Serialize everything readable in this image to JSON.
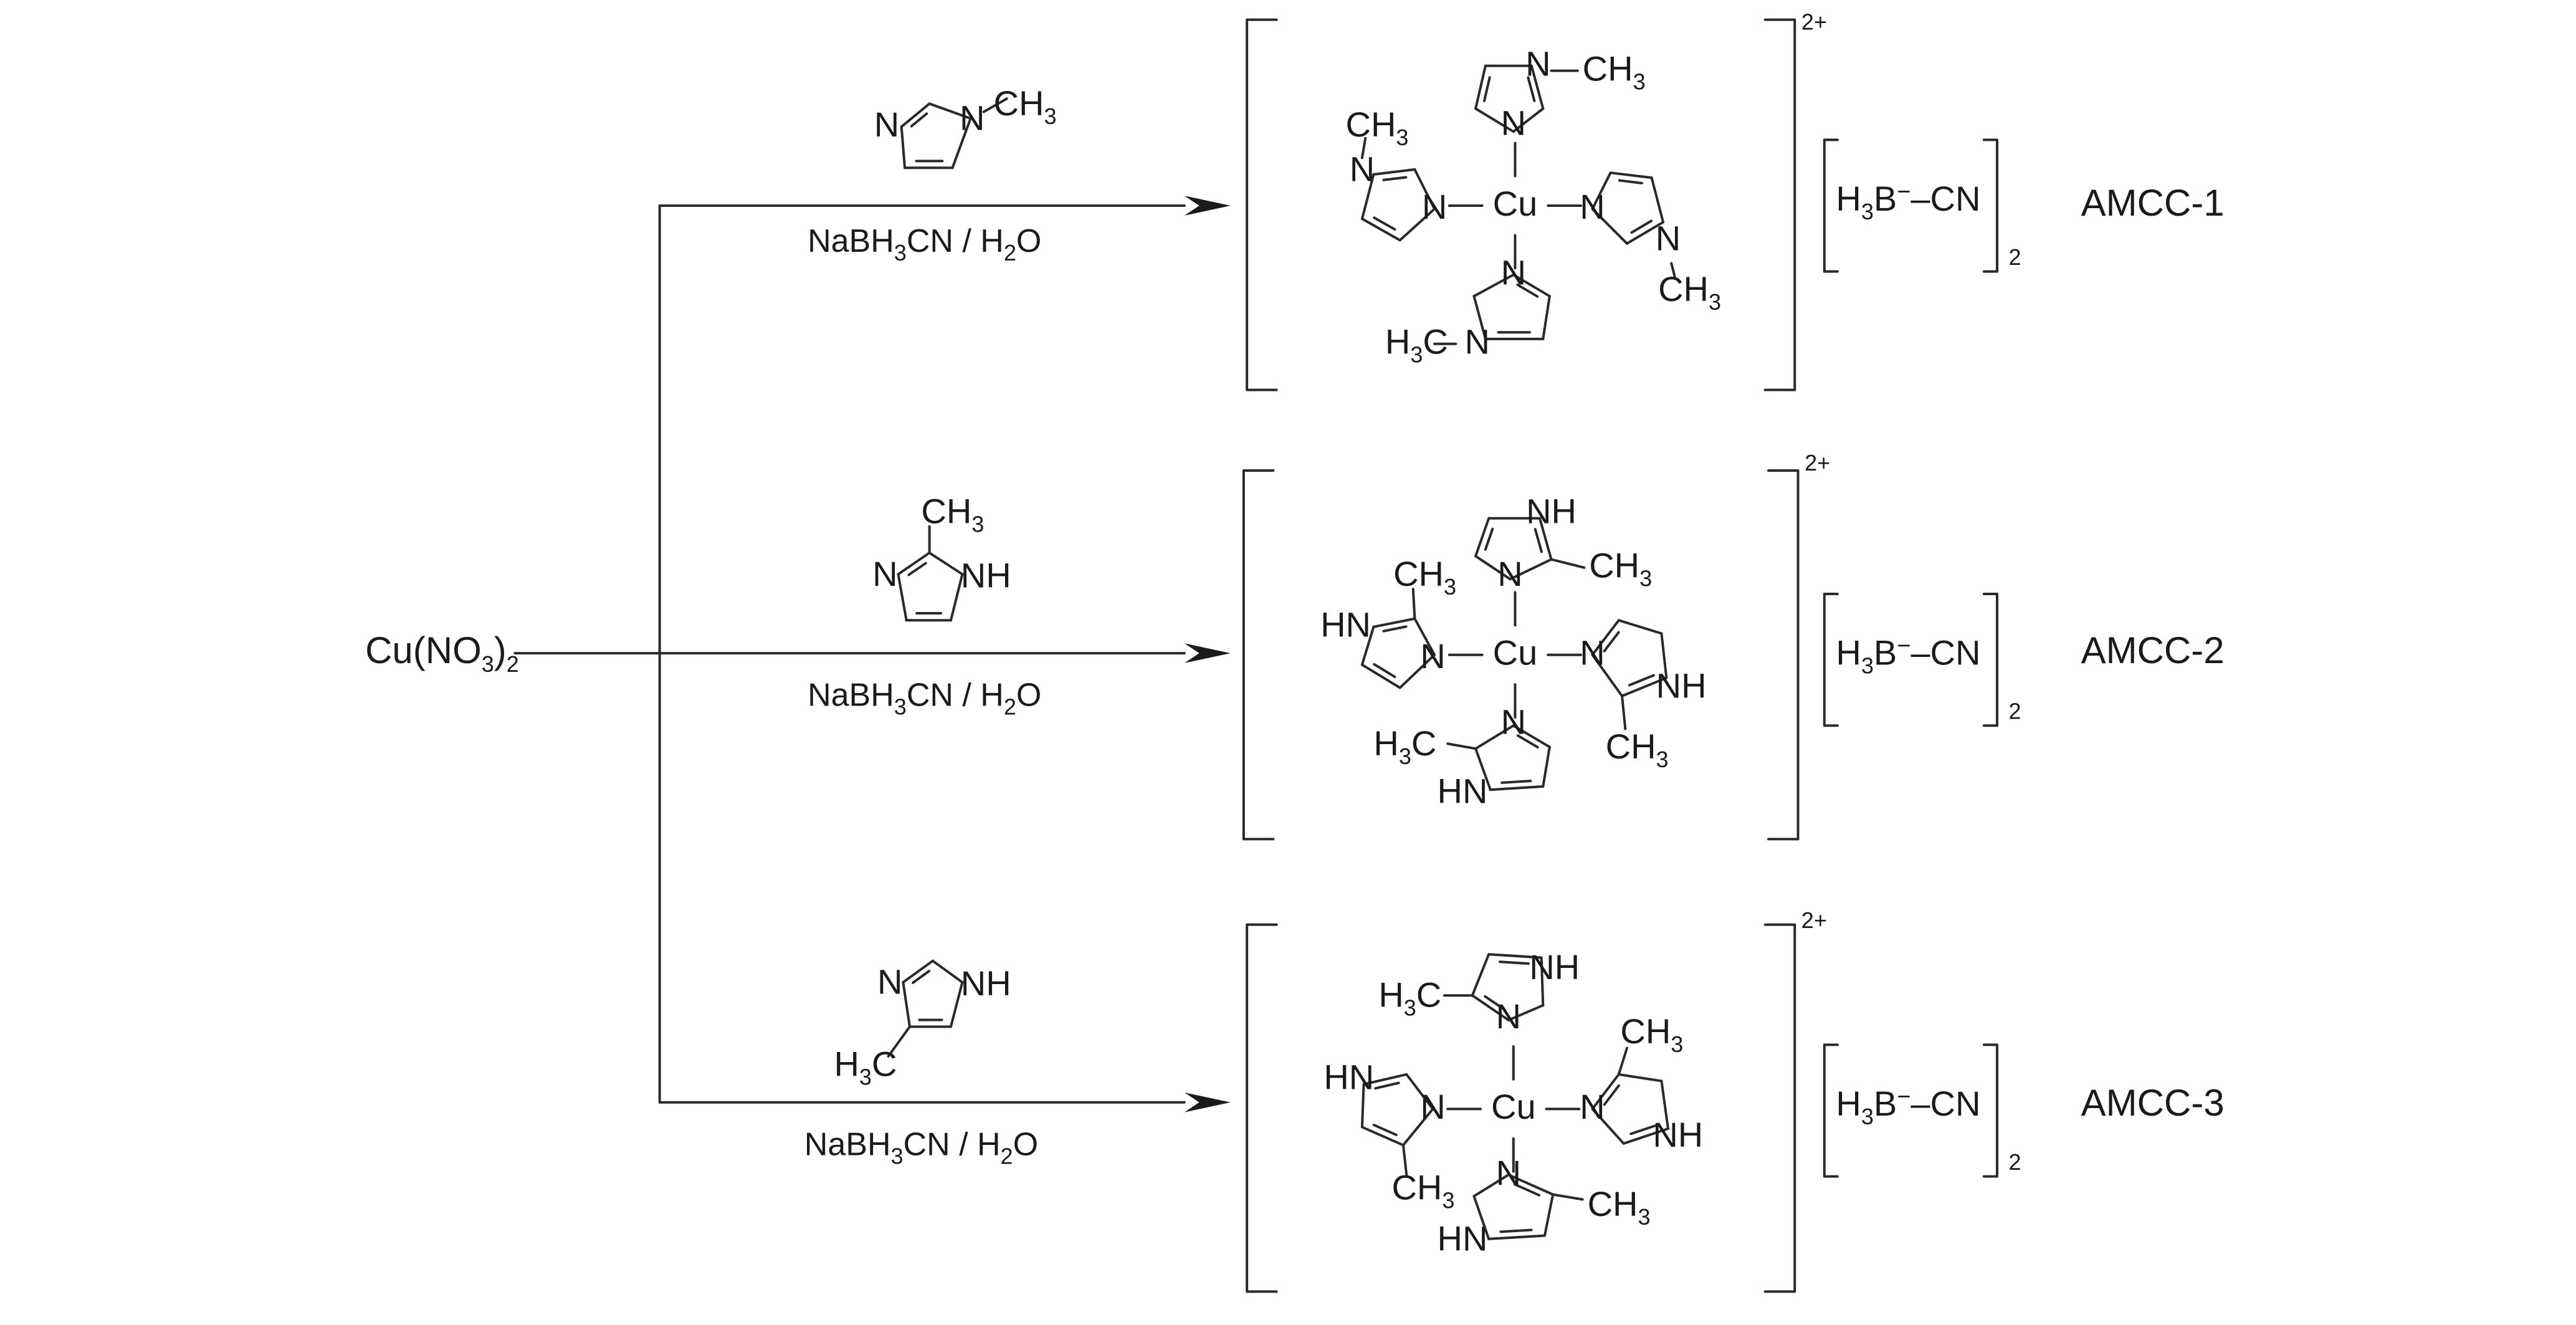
{
  "starting_material": {
    "prefix": "Cu(NO",
    "sub1": "3",
    "mid": ")",
    "sub2": "2"
  },
  "ligand_atoms": {
    "N": "N",
    "NH": "NH",
    "HN": "HN",
    "CH": "CH",
    "H": "H",
    "C": "C",
    "methyl_sub": "3"
  },
  "reagent": {
    "part1": "NaBH",
    "sub1": "3",
    "part2": "CN / H",
    "sub2": "2",
    "part3": "O"
  },
  "metal": "Cu",
  "complex_charge": "2+",
  "counterion": {
    "h": "H",
    "sub": "3",
    "b": "B",
    "charge": "−",
    "cn": "–CN",
    "count": "2"
  },
  "products": [
    "AMCC-1",
    "AMCC-2",
    "AMCC-3"
  ],
  "colors": {
    "ink": "#1a1a1a",
    "line": "#2a2a2a",
    "background": "#ffffff"
  }
}
